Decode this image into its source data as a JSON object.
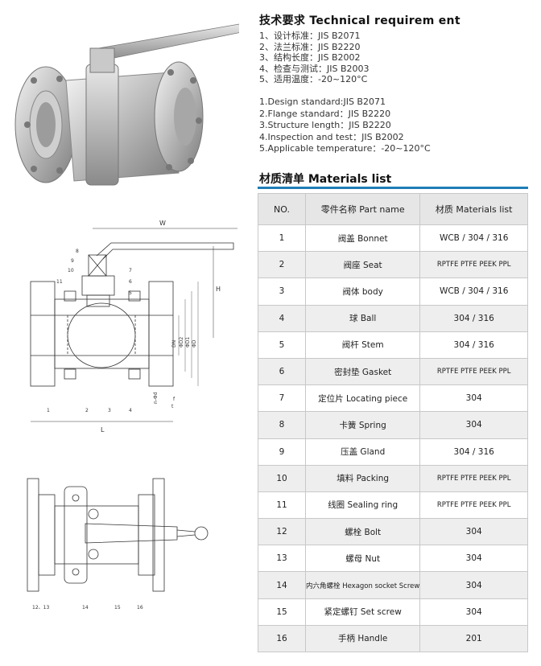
{
  "requirements": {
    "title": "技术要求 Technical requirem ent",
    "items_cn": [
      "1、设计标准：JIS B2071",
      "2、法兰标准：JIS B2220",
      "3、结构长度：JIS B2002",
      "4、检查与测试：JIS B2003",
      "5、适用温度：-20~120°C"
    ],
    "items_en": [
      "1.Design standard:JIS B2071",
      "2.Flange standard：JIS B2220",
      "3.Structure length：JIS B2220",
      "4.Inspection and test：JIS B2002",
      "5.Applicable temperature：-20~120°C"
    ]
  },
  "materials": {
    "title": "材质清单 Materials list",
    "headers": [
      "NO.",
      "零件名称 Part name",
      "材质 Materials list"
    ],
    "rows": [
      {
        "no": "1",
        "part": "阀盖 Bonnet",
        "material": "WCB / 304 / 316"
      },
      {
        "no": "2",
        "part": "阀座 Seat",
        "material": "RPTFE PTFE PEEK PPL"
      },
      {
        "no": "3",
        "part": "阀体 body",
        "material": "WCB / 304 / 316"
      },
      {
        "no": "4",
        "part": "球 Ball",
        "material": "304 / 316"
      },
      {
        "no": "5",
        "part": "阀杆 Stem",
        "material": "304 / 316"
      },
      {
        "no": "6",
        "part": "密封垫 Gasket",
        "material": "RPTFE PTFE PEEK PPL"
      },
      {
        "no": "7",
        "part": "定位片 Locating piece",
        "material": "304"
      },
      {
        "no": "8",
        "part": "卡簧 Spring",
        "material": "304"
      },
      {
        "no": "9",
        "part": "压盖 Gland",
        "material": "304 / 316"
      },
      {
        "no": "10",
        "part": "填料 Packing",
        "material": "RPTFE PTFE PEEK PPL"
      },
      {
        "no": "11",
        "part": "线圈 Sealing ring",
        "material": "RPTFE PTFE PEEK PPL"
      },
      {
        "no": "12",
        "part": "螺栓 Bolt",
        "material": "304"
      },
      {
        "no": "13",
        "part": "螺母 Nut",
        "material": "304"
      },
      {
        "no": "14",
        "part": "内六角螺栓 Hexagon socket Screw",
        "material": "304"
      },
      {
        "no": "15",
        "part": "紧定螺钉 Set screw",
        "material": "304"
      },
      {
        "no": "16",
        "part": "手柄 Handle",
        "material": "201"
      }
    ]
  },
  "drawing": {
    "dimensions": [
      "W",
      "H",
      "L",
      "DN",
      "ΦD2",
      "ΦD1",
      "ΦD",
      "n-Φd",
      "t",
      "f"
    ],
    "section_callouts": [
      "1",
      "2",
      "3",
      "4",
      "5",
      "6",
      "7",
      "8",
      "9",
      "10",
      "11"
    ],
    "top_callouts": [
      "12、13",
      "14",
      "15",
      "16"
    ]
  }
}
